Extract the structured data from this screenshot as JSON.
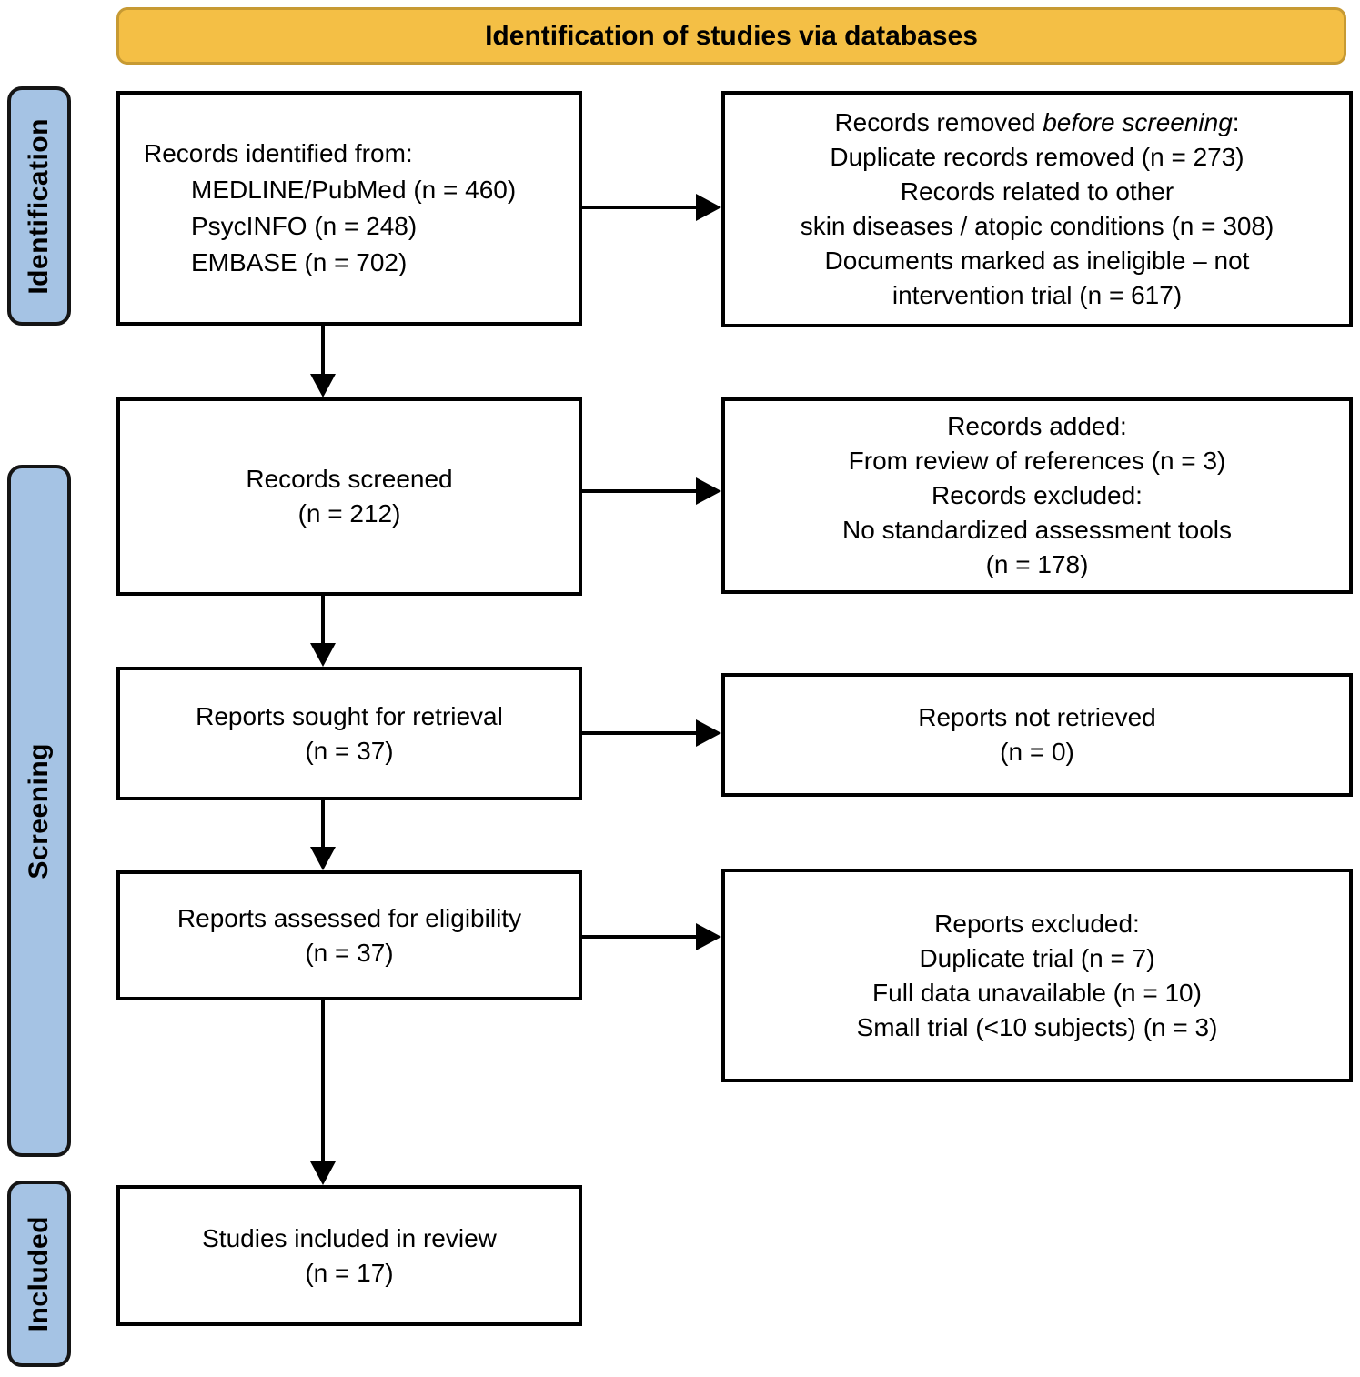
{
  "header": {
    "title": "Identification of studies via databases"
  },
  "stages": {
    "identification": "Identification",
    "screening": "Screening",
    "included": "Included"
  },
  "boxes": {
    "records_identified": {
      "title": "Records identified from:",
      "items": [
        "MEDLINE/PubMed (n = 460)",
        "PsycINFO (n = 248)",
        "EMBASE (n = 702)"
      ]
    },
    "records_removed": {
      "prefix": "Records removed ",
      "italic": "before screening",
      "suffix": ":",
      "lines": [
        "Duplicate records removed (n = 273)",
        "Records related to other",
        "skin diseases / atopic conditions (n = 308)",
        "Documents marked as ineligible – not",
        "intervention trial (n = 617)"
      ]
    },
    "records_screened": {
      "lines": [
        "Records screened",
        "(n = 212)"
      ]
    },
    "records_added_excluded": {
      "lines": [
        "Records added:",
        "From review of references (n = 3)",
        "Records excluded:",
        "No standardized assessment tools",
        "(n = 178)"
      ]
    },
    "reports_sought": {
      "lines": [
        "Reports sought for retrieval",
        "(n = 37)"
      ]
    },
    "reports_not_retrieved": {
      "lines": [
        "Reports not retrieved",
        "(n = 0)"
      ]
    },
    "reports_assessed": {
      "lines": [
        "Reports assessed for eligibility",
        "(n = 37)"
      ]
    },
    "reports_excluded": {
      "lines": [
        "Reports excluded:",
        "Duplicate trial (n = 7)",
        "Full data unavailable (n = 10)",
        "Small trial (<10 subjects) (n = 3)"
      ]
    },
    "studies_included": {
      "lines": [
        "Studies included in review",
        "(n = 17)"
      ]
    }
  },
  "colors": {
    "banner_fill": "#F4BF45",
    "banner_border": "#C79A33",
    "stage_fill": "#A5C3E4",
    "box_border": "#000000",
    "text": "#000000"
  }
}
